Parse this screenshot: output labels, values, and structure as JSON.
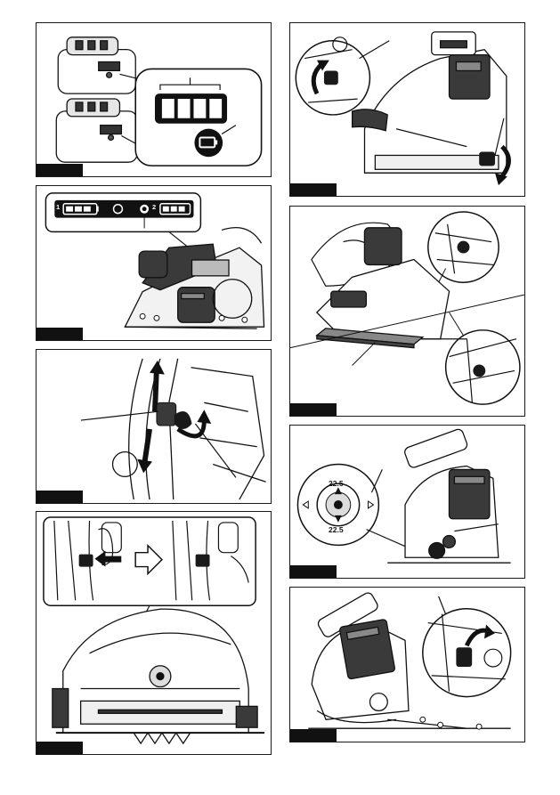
{
  "figures": [
    {
      "id": "fig1",
      "battery_indicator": {
        "bars": 4
      }
    },
    {
      "id": "fig2",
      "indicator_panel": {
        "slot1": "1",
        "slot2": "2"
      }
    },
    {
      "id": "fig3"
    },
    {
      "id": "fig4"
    },
    {
      "id": "fig5"
    },
    {
      "id": "fig6"
    },
    {
      "id": "fig7",
      "bevel_dial": {
        "top_label": "22.5",
        "bottom_label": "22.5"
      }
    },
    {
      "id": "fig8"
    }
  ],
  "colors": {
    "line": "#1a1a1a",
    "tab": "#111111",
    "tool_body": "#3a3a3a"
  }
}
